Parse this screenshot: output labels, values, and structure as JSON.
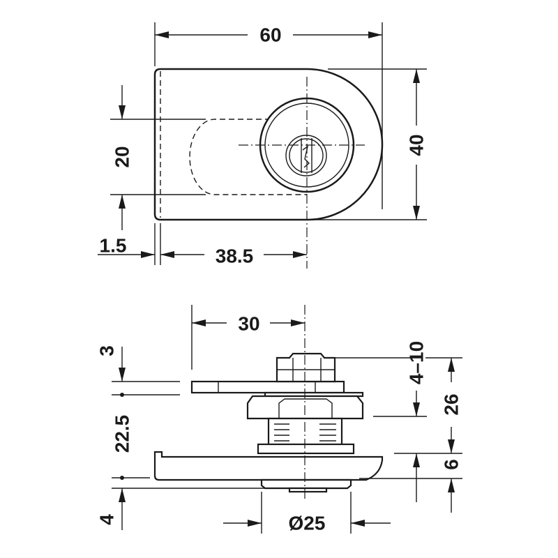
{
  "top_view": {
    "dim_width": "60",
    "dim_height": "40",
    "dim_slot": "20",
    "dim_offset": "1.5",
    "dim_center": "38.5"
  },
  "side_view": {
    "dim_cam_length": "30",
    "dim_cam_thickness": "3",
    "dim_gap": "22.5",
    "dim_bottom": "4",
    "dim_panel_range": "4–10",
    "dim_total_height": "26",
    "dim_base_height": "6",
    "dim_diameter": "Ø25"
  },
  "colors": {
    "line": "#1a1a1a",
    "background": "#ffffff"
  }
}
